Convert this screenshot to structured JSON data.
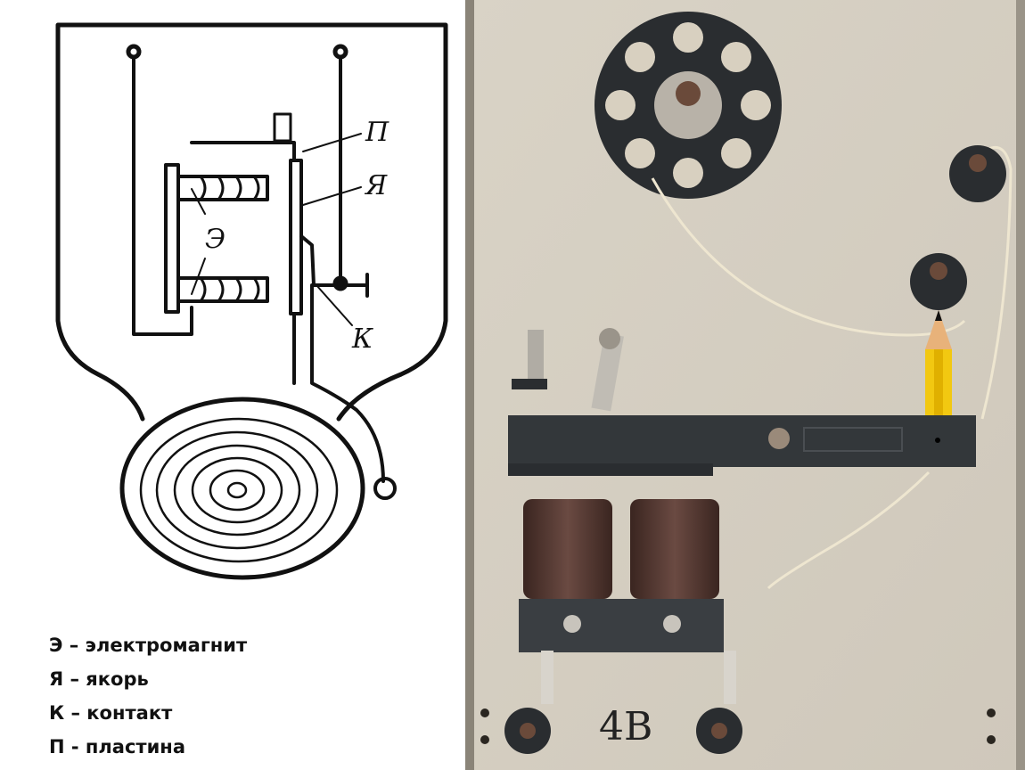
{
  "diagram": {
    "labels": {
      "plate": "П",
      "armature": "Я",
      "electromagnet": "Э",
      "contact": "К"
    }
  },
  "legend": [
    {
      "text": "Э – электромагнит"
    },
    {
      "text": "Я – якорь"
    },
    {
      "text": "К – контакт"
    },
    {
      "text": "П - пластина"
    }
  ],
  "photo": {
    "voltage_label": "4В"
  }
}
